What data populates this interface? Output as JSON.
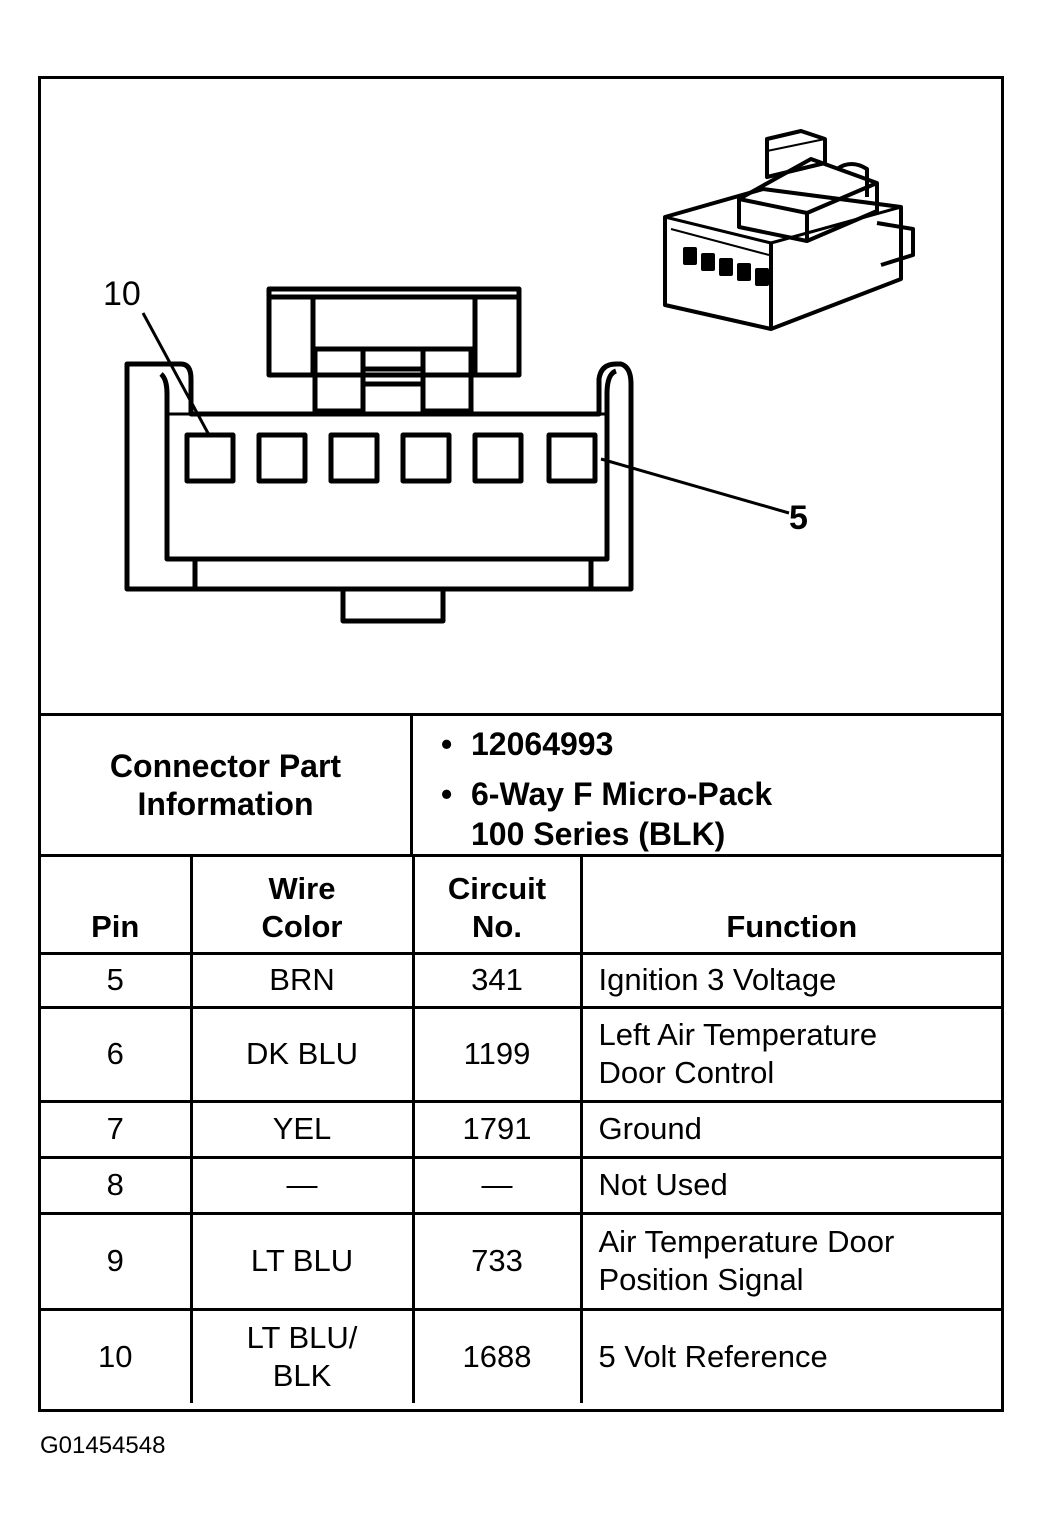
{
  "callouts": {
    "pin_left": "10",
    "pin_right": "5"
  },
  "connector_info": {
    "label_line1": "Connector Part",
    "label_line2": "Information",
    "bullet": "•",
    "part_number": "12064993",
    "description_line1": "6-Way F Micro-Pack",
    "description_line2": "100 Series (BLK)"
  },
  "table": {
    "headers": {
      "pin": "Pin",
      "wire_color_line1": "Wire",
      "wire_color_line2": "Color",
      "circuit_line1": "Circuit",
      "circuit_line2": "No.",
      "function": "Function"
    },
    "rows": [
      {
        "pin": "5",
        "color_line1": "BRN",
        "color_line2": "",
        "circuit": "341",
        "function_line1": "Ignition 3 Voltage",
        "function_line2": ""
      },
      {
        "pin": "6",
        "color_line1": "DK BLU",
        "color_line2": "",
        "circuit": "1199",
        "function_line1": "Left Air Temperature",
        "function_line2": "Door Control"
      },
      {
        "pin": "7",
        "color_line1": "YEL",
        "color_line2": "",
        "circuit": "1791",
        "function_line1": "Ground",
        "function_line2": ""
      },
      {
        "pin": "8",
        "color_line1": "—",
        "color_line2": "",
        "circuit": "—",
        "function_line1": "Not Used",
        "function_line2": ""
      },
      {
        "pin": "9",
        "color_line1": "LT BLU",
        "color_line2": "",
        "circuit": "733",
        "function_line1": "Air Temperature Door",
        "function_line2": "Position Signal"
      },
      {
        "pin": "10",
        "color_line1": "LT BLU/",
        "color_line2": "BLK",
        "circuit": "1688",
        "function_line1": "5 Volt Reference",
        "function_line2": ""
      }
    ]
  },
  "footer": {
    "code": "G01454548"
  }
}
